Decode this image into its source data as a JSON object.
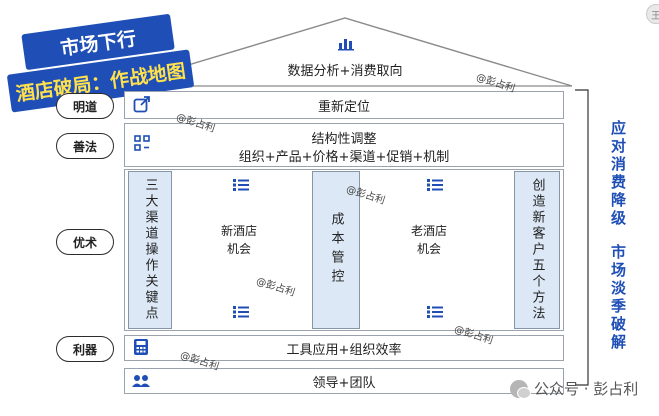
{
  "badge": {
    "line1": "市场下行",
    "line2_a": "酒店破局：",
    "line2_b": "作战地图"
  },
  "roof": {
    "title": "数据分析+消费取向"
  },
  "rows": {
    "reposition": "重新定位",
    "restructure_title": "结构性调整",
    "restructure_sub": "组织+产品+价格+渠道+促销+机制",
    "tools": "工具应用+组织效率",
    "leadership": "领导+团队"
  },
  "pills": [
    "明道",
    "善法",
    "优术",
    "利器"
  ],
  "columns": {
    "channels": "三大渠道操作关键点",
    "cost": "成本管控",
    "five_methods": "创造新客户五个方法"
  },
  "diamonds": {
    "new_hotel": [
      "新酒店",
      "机会"
    ],
    "old_hotel": [
      "老酒店",
      "机会"
    ]
  },
  "side_label": {
    "line1": "应对消费降级",
    "line2": "市场淡季破解"
  },
  "watermark": "@彭占利",
  "footer": {
    "brand": "公众号 · 彭占利"
  },
  "corner": "王",
  "colors": {
    "accent_blue": "#1f4fb6",
    "column_fill": "#dce8f5",
    "badge_yellow": "#ffe14d"
  },
  "icons": {
    "chart": "bar-chart-icon",
    "share": "share-icon",
    "structure": "structure-icon",
    "list": "list-icon",
    "calculator": "calculator-icon",
    "team": "team-icon"
  }
}
